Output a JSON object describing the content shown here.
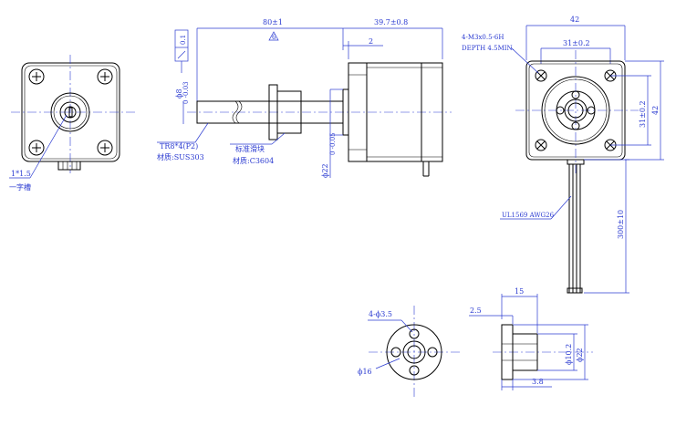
{
  "annotations": {
    "slot_size": "1*1.5",
    "slot_name": "一字槽",
    "length_80": "80±1",
    "length_397": "39.7±0.8",
    "offset_2": "2",
    "tolerance_01": "0.1",
    "shaft_dia": "ϕ8",
    "shaft_tol": "0 -0.03",
    "flange_dia": "ϕ22",
    "flange_tol": "0 -0.05",
    "screw_spec": "TR8*4(P2)",
    "screw_material": "材质:SUS303",
    "nut_name": "标准滑块",
    "nut_material": "材质:C3604",
    "body_width": "42",
    "body_height": "42",
    "hole_spacing_h": "31±0.2",
    "hole_spacing_v": "31±0.2",
    "thread_spec": "4-M3x0.5-6H",
    "thread_depth": "DEPTH 4.5MIN.",
    "cable_spec": "UL1569 AWG26",
    "cable_length": "300±10",
    "nut_holes": "4-ϕ3.5",
    "nut_bolt_circle": "ϕ16",
    "nut_length": "15",
    "nut_flange_thk": "2.5",
    "nut_bore": "ϕ10.2",
    "nut_od": "ϕ22",
    "nut_flange_w": "3.8"
  }
}
